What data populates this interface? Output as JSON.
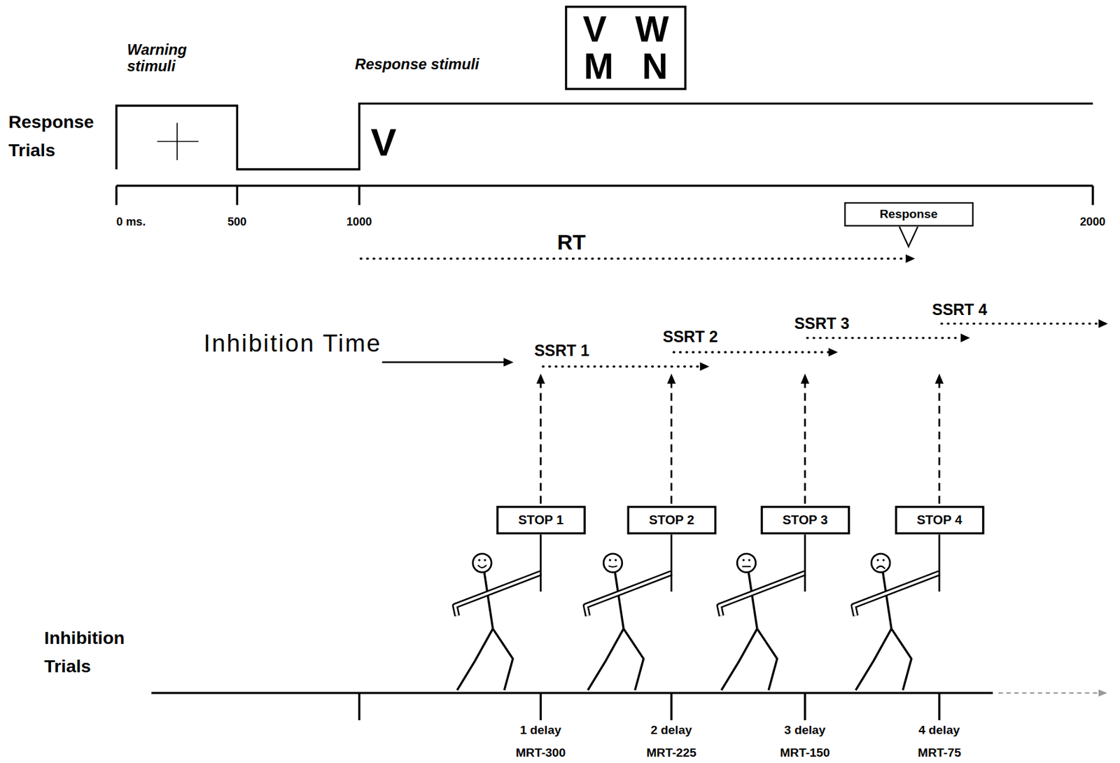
{
  "diagram": {
    "nodes": [
      {
        "text": [
          "V W",
          "M N"
        ]
      },
      {
        "text": [
          "Response"
        ]
      },
      {
        "text": [
          "STOP 1"
        ]
      },
      {
        "text": [
          "STOP 2"
        ]
      },
      {
        "text": [
          "STOP 3"
        ]
      },
      {
        "text": [
          "STOP 4"
        ]
      }
    ],
    "labels": [
      "Warning stimuli",
      "Response stimuli",
      "Response Trials",
      "V",
      "0 ms.",
      "500",
      "1000",
      "2000",
      "RT",
      "Inhibition Time",
      "SSRT 1",
      "SSRT 2",
      "SSRT 3",
      "SSRT 4",
      "Inhibition Trials",
      "1 delay",
      "MRT-300",
      "2 delay",
      "MRT-225",
      "3 delay",
      "MRT-150",
      "4 delay",
      "MRT-75"
    ]
  }
}
